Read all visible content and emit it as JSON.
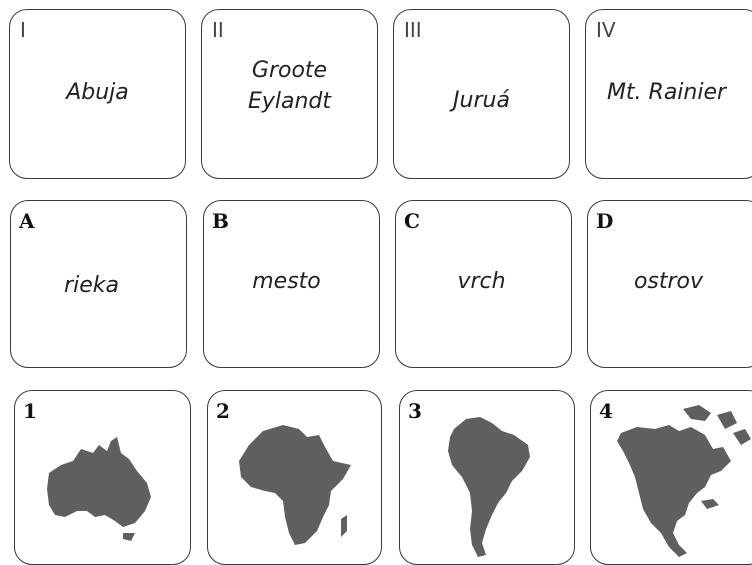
{
  "rows": {
    "places": [
      {
        "number": "I",
        "name": "Abuja"
      },
      {
        "number": "II",
        "name": "Groote\nEylandt"
      },
      {
        "number": "III",
        "name": "Juruá"
      },
      {
        "number": "IV",
        "name": "Mt. Rainier"
      }
    ],
    "types": [
      {
        "letter": "A",
        "word": "rieka"
      },
      {
        "letter": "B",
        "word": "mesto"
      },
      {
        "letter": "C",
        "word": "vrch"
      },
      {
        "letter": "D",
        "word": "ostrov"
      }
    ],
    "continents": [
      {
        "number": "1",
        "icon": "australia-map-icon"
      },
      {
        "number": "2",
        "icon": "africa-map-icon"
      },
      {
        "number": "3",
        "icon": "south-america-map-icon"
      },
      {
        "number": "4",
        "icon": "north-america-map-icon"
      }
    ]
  },
  "colors": {
    "border": "#3a3a3a",
    "map_fill": "#5f5f5f"
  }
}
